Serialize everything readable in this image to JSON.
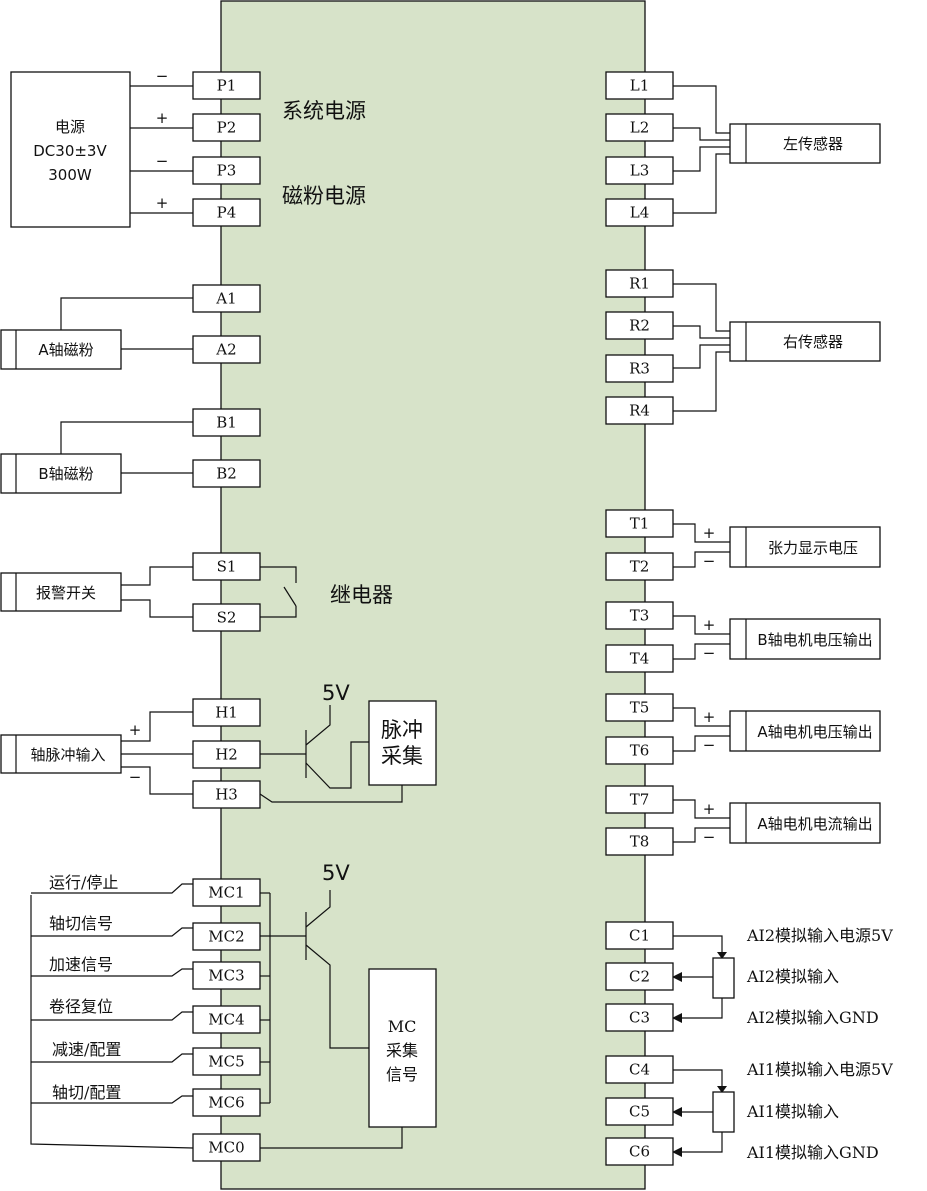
{
  "colors": {
    "board": "#d7e3c9",
    "line": "#111111",
    "box": "#ffffff"
  },
  "power": {
    "source_label_line1": "电源",
    "source_label_line2": "DC30±3V",
    "source_label_line3": "300W",
    "system_power_label": "系统电源",
    "magnetic_power_label": "磁粉电源",
    "signs": [
      "−",
      "+",
      "−",
      "+"
    ],
    "terminals": [
      "P1",
      "P2",
      "P3",
      "P4"
    ]
  },
  "axis_a": {
    "label": "A轴磁粉",
    "terminals": [
      "A1",
      "A2"
    ]
  },
  "axis_b": {
    "label": "B轴磁粉",
    "terminals": [
      "B1",
      "B2"
    ]
  },
  "relay": {
    "alarm_label": "报警开关",
    "relay_label": "继电器",
    "terminals": [
      "S1",
      "S2"
    ]
  },
  "pulse": {
    "input_label": "轴脉冲输入",
    "plus_sign": "+",
    "minus_sign": "−",
    "voltage_label": "5V",
    "collect_line1": "脉冲",
    "collect_line2": "采集",
    "terminals": [
      "H1",
      "H2",
      "H3"
    ]
  },
  "mc": {
    "voltage_label": "5V",
    "collect_line1": "MC",
    "collect_line2": "采集",
    "collect_line3": "信号",
    "signals": [
      "运行/停止",
      "轴切信号",
      "加速信号",
      "卷径复位",
      "减速/配置",
      "轴切/配置"
    ],
    "terminals": [
      "MC1",
      "MC2",
      "MC3",
      "MC4",
      "MC5",
      "MC6",
      "MC0"
    ]
  },
  "left_sensor": {
    "label": "左传感器",
    "terminals": [
      "L1",
      "L2",
      "L3",
      "L4"
    ]
  },
  "right_sensor": {
    "label": "右传感器",
    "terminals": [
      "R1",
      "R2",
      "R3",
      "R4"
    ]
  },
  "outputs": [
    {
      "label": "张力显示电压",
      "terminals": [
        "T1",
        "T2"
      ]
    },
    {
      "label": "B轴电机电压输出",
      "terminals": [
        "T3",
        "T4"
      ]
    },
    {
      "label": "A轴电机电压输出",
      "terminals": [
        "T5",
        "T6"
      ]
    },
    {
      "label": "A轴电机电流输出",
      "terminals": [
        "T7",
        "T8"
      ]
    }
  ],
  "output_signs": {
    "plus": "+",
    "minus": "−"
  },
  "analog_inputs": [
    {
      "terminals": [
        "C1",
        "C2",
        "C3"
      ],
      "labels": [
        "AI2模拟输入电源5V",
        "AI2模拟输入",
        "AI2模拟输入GND"
      ]
    },
    {
      "terminals": [
        "C4",
        "C5",
        "C6"
      ],
      "labels": [
        "AI1模拟输入电源5V",
        "AI1模拟输入",
        "AI1模拟输入GND"
      ]
    }
  ]
}
